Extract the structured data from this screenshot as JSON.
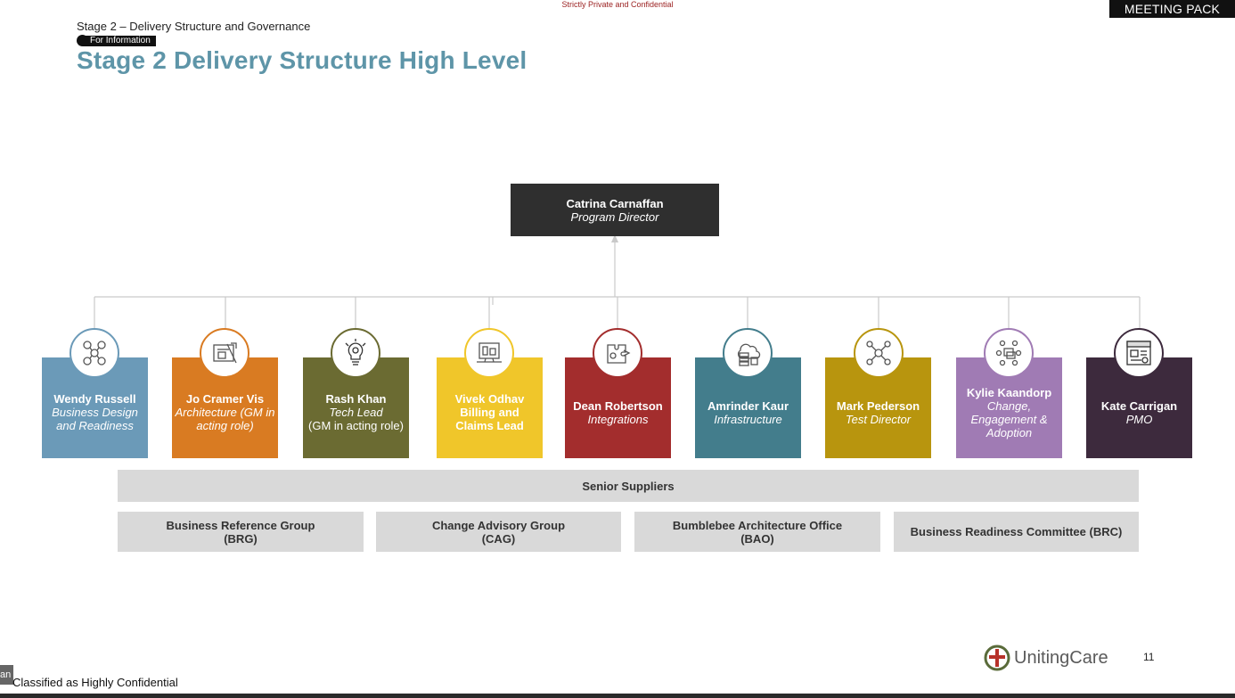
{
  "header": {
    "confidential": "Strictly Private and Confidential",
    "meeting_pack": "MEETING PACK",
    "breadcrumb": "Stage 2 – Delivery Structure and Governance",
    "info_badge": "For Information",
    "title": "Stage 2 Delivery Structure High Level"
  },
  "director": {
    "name": "Catrina Carnaffan",
    "role": "Program Director"
  },
  "leads": [
    {
      "name": "Wendy Russell",
      "role": "Business Design and Readiness",
      "color": "#6b9ab8",
      "icon": "business-design-icon"
    },
    {
      "name": "Jo Cramer Vis",
      "role": "Architecture (GM in acting role)",
      "color": "#d97b22",
      "icon": "architecture-icon"
    },
    {
      "name": "Rash Khan",
      "role": "Tech Lead (GM in acting role)",
      "color": "#6b6b32",
      "icon": "lightbulb-gear-icon"
    },
    {
      "name": "Vivek Odhav Billing and Claims Lead",
      "role": "",
      "color": "#f0c62a",
      "icon": "billing-icon"
    },
    {
      "name": "Dean Robertson",
      "role": "Integrations",
      "color": "#a32d2d",
      "icon": "integrations-icon"
    },
    {
      "name": "Amrinder Kaur",
      "role": "Infrastructure",
      "color": "#437d8c",
      "icon": "cloud-server-icon"
    },
    {
      "name": "Mark Pederson",
      "role": "Test Director",
      "color": "#b8950e",
      "icon": "network-icon"
    },
    {
      "name": "Kylie Kaandorp",
      "role": "Change, Engagement & Adoption",
      "color": "#a07bb4",
      "icon": "engagement-icon"
    },
    {
      "name": "Kate Carrigan",
      "role": "PMO",
      "color": "#3d2a3d",
      "icon": "project-icon"
    }
  ],
  "senior_suppliers": "Senior Suppliers",
  "groups": [
    {
      "label": "Business Reference Group (BRG)"
    },
    {
      "label": "Change Advisory Group (CAG)"
    },
    {
      "label": "Bumblebee Architecture Office (BAO)"
    },
    {
      "label": "Business Readiness Committee (BRC)"
    }
  ],
  "footer": {
    "classified": "Classified as Highly Confidential",
    "tab": "an",
    "logo_text": "UnitingCare",
    "page_number": "11"
  }
}
